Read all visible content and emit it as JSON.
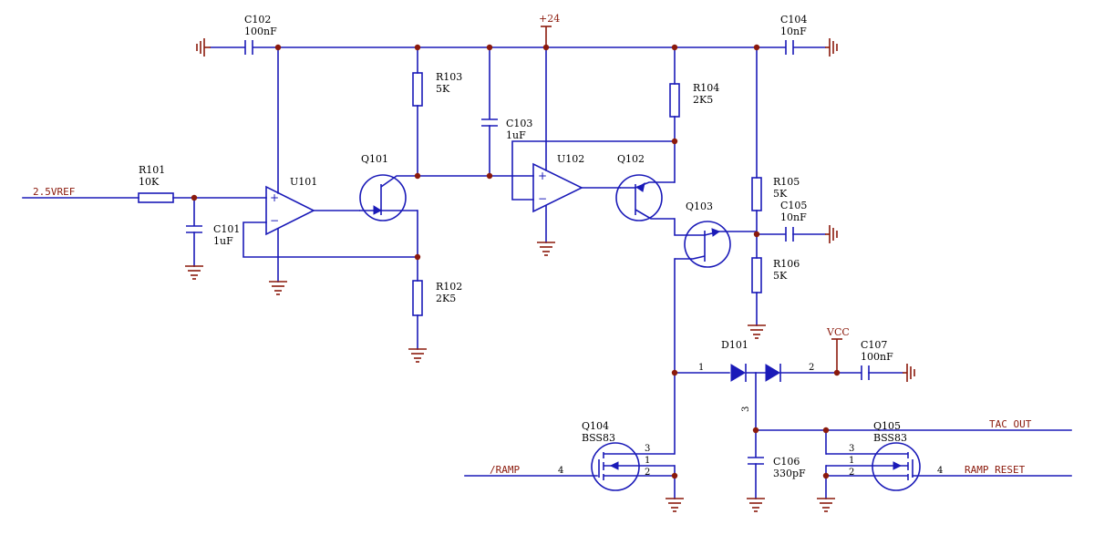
{
  "colors": {
    "wire": "#1a1ab8",
    "ground_power": "#8b1a0c",
    "text": "#000000",
    "background": "#ffffff"
  },
  "nets": {
    "vref": "2.5VREF",
    "ramp": "/RAMP",
    "tac_out": "TAC OUT",
    "ramp_reset": "RAMP RESET",
    "p24": "+24",
    "vcc": "VCC"
  },
  "components": {
    "r101": {
      "ref": "R101",
      "value": "10K"
    },
    "c101": {
      "ref": "C101",
      "value": "1uF"
    },
    "c102": {
      "ref": "C102",
      "value": "100nF"
    },
    "u101": {
      "ref": "U101"
    },
    "q101": {
      "ref": "Q101"
    },
    "r102": {
      "ref": "R102",
      "value": "2K5"
    },
    "r103": {
      "ref": "R103",
      "value": "5K"
    },
    "c103": {
      "ref": "C103",
      "value": "1uF"
    },
    "u102": {
      "ref": "U102"
    },
    "q102": {
      "ref": "Q102"
    },
    "r104": {
      "ref": "R104",
      "value": "2K5"
    },
    "c104": {
      "ref": "C104",
      "value": "10nF"
    },
    "q103": {
      "ref": "Q103"
    },
    "r105": {
      "ref": "R105",
      "value": "5K"
    },
    "c105": {
      "ref": "C105",
      "value": "10nF"
    },
    "r106": {
      "ref": "R106",
      "value": "5K"
    },
    "d101": {
      "ref": "D101",
      "pin1": "1",
      "pin2": "2",
      "pin3": "3"
    },
    "c107": {
      "ref": "C107",
      "value": "100nF"
    },
    "c106": {
      "ref": "C106",
      "value": "330pF"
    },
    "q104": {
      "ref": "Q104",
      "value": "BSS83",
      "pin1": "1",
      "pin2": "2",
      "pin3": "3",
      "pin4": "4"
    },
    "q105": {
      "ref": "Q105",
      "value": "BSS83",
      "pin1": "1",
      "pin2": "2",
      "pin3": "3",
      "pin4": "4"
    }
  },
  "opamp_signs": {
    "plus": "+",
    "minus": "−"
  }
}
